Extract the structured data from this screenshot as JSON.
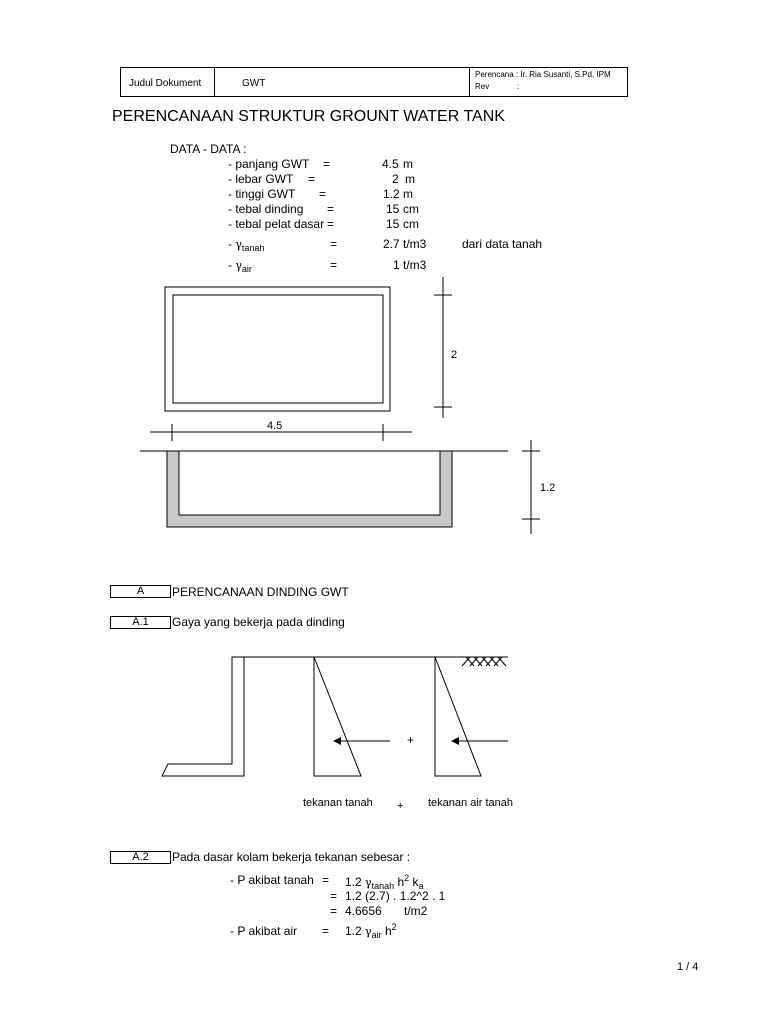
{
  "header": {
    "title_label": "Judul Dokument",
    "title_value": "GWT",
    "planner": "Perencana : Ir. Ria Susanti, S.Pd, IPM",
    "rev_label": "Rev",
    "rev_colon": ":"
  },
  "main_title": "PERENCANAAN STRUKTUR GROUNT WATER TANK",
  "data_section": {
    "heading": "DATA - DATA :",
    "rows": [
      {
        "label": "- panjang GWT",
        "eq": "=",
        "value": "4.5",
        "unit": "m"
      },
      {
        "label": "- lebar GWT",
        "eq": "=",
        "value": "2",
        "unit": "m"
      },
      {
        "label": "- tinggi GWT",
        "eq": "=",
        "value": "1.2",
        "unit": "m"
      },
      {
        "label": "- tebal dinding",
        "eq": "=",
        "value": "15",
        "unit": "cm"
      },
      {
        "label": "- tebal pelat dasar",
        "eq": "=",
        "value": "15",
        "unit": "cm"
      }
    ],
    "gamma_rows": [
      {
        "prefix": "-",
        "symbol": "γ",
        "sub": "tanah",
        "eq": "=",
        "value": "2.7",
        "unit": "t/m3",
        "note": "dari data tanah"
      },
      {
        "prefix": "-",
        "symbol": "γ",
        "sub": "air",
        "eq": "=",
        "value": "1",
        "unit": "t/m3"
      }
    ]
  },
  "plan_dims": {
    "width": "2",
    "length": "4.5"
  },
  "section_dims": {
    "height": "1.2"
  },
  "section_a": {
    "label": "A",
    "text": "PERENCANAAN DINDING GWT"
  },
  "section_a1": {
    "label": "A.1",
    "text": "Gaya yang bekerja pada dinding"
  },
  "force_diagram": {
    "plus": "+",
    "caption_left": "tekanan tanah",
    "caption_plus": "+",
    "caption_right": "tekanan air tanah"
  },
  "section_a2": {
    "label": "A.2",
    "text": "Pada dasar kolam bekerja tekanan sebesar :",
    "p_tanah": {
      "label": "- P akibat tanah",
      "eq": "=",
      "formula_coef": "1.2",
      "symbol": "γ",
      "sub": "tanah",
      "h": "h",
      "exp": "2",
      "k": "k",
      "k_sub": "a",
      "line2_eq": "=",
      "line2": "1.2 (2.7) . 1.2^2 . 1",
      "line3_eq": "=",
      "line3_value": "4.6656",
      "line3_unit": "t/m2"
    },
    "p_air": {
      "label": "- P akibat air",
      "eq": "=",
      "formula_coef": "1.2",
      "symbol": "γ",
      "sub": "air",
      "h": "h",
      "exp": "2"
    }
  },
  "page_number": "1 / 4"
}
